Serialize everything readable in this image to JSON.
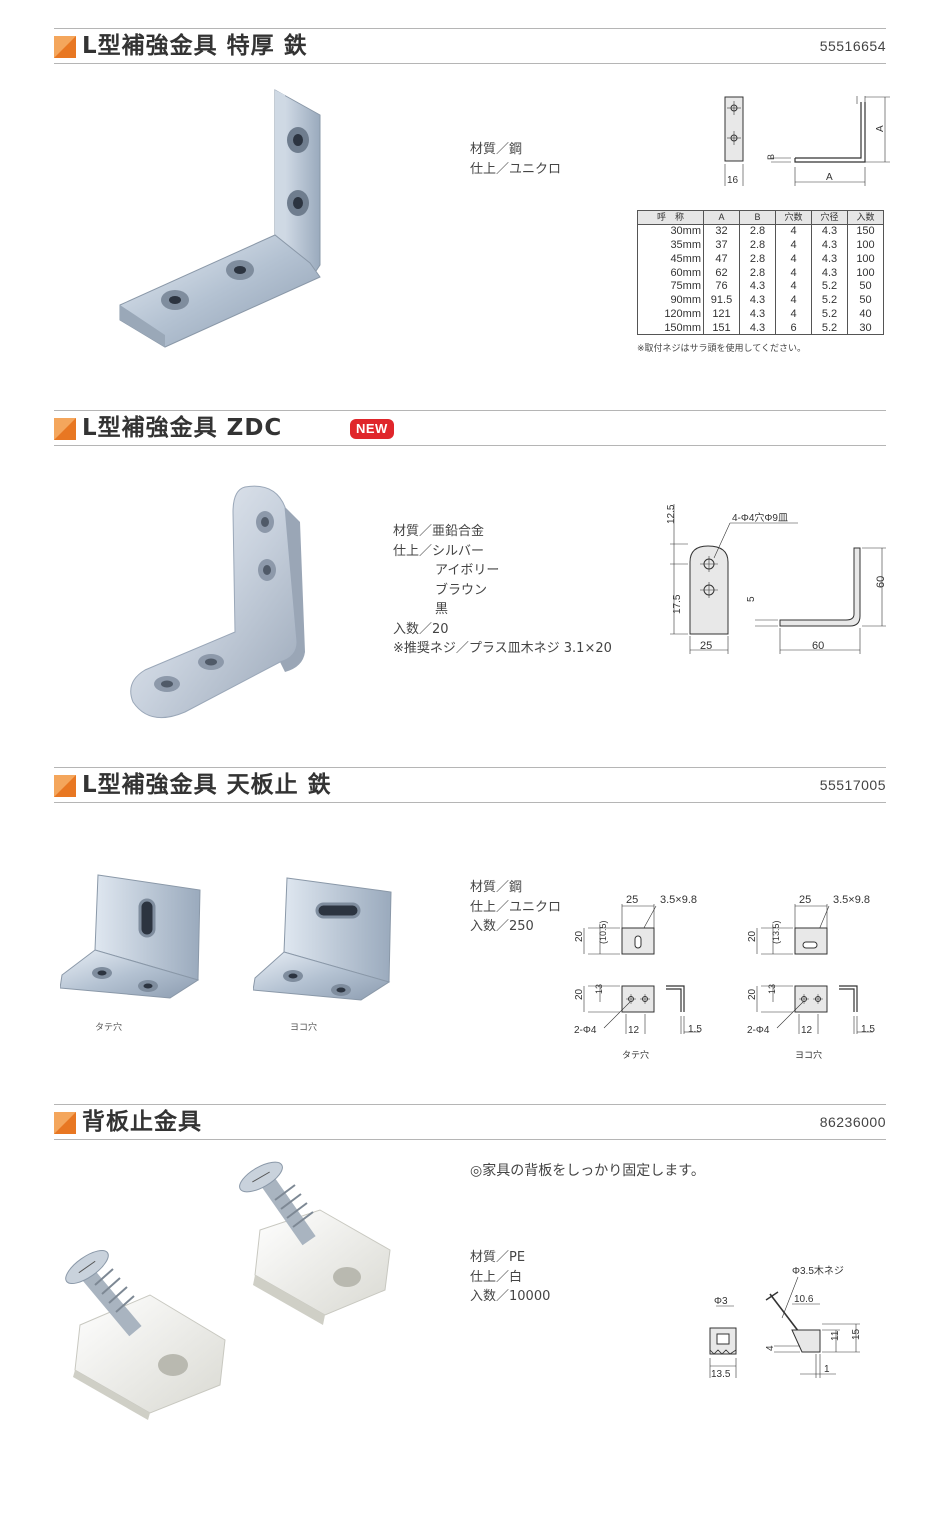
{
  "sections": [
    {
      "title": "L型補強金具 特厚 鉄",
      "code": "55516654",
      "specs": [
        "材質／鋼",
        "仕上／ユニクロ"
      ],
      "diagram_labels": {
        "a": "A",
        "b": "B",
        "width": "16"
      },
      "table": {
        "headers": [
          "呼　称",
          "A",
          "B",
          "穴数",
          "穴径",
          "入数"
        ],
        "rows": [
          [
            "30mm",
            "32",
            "2.8",
            "4",
            "4.3",
            "150"
          ],
          [
            "35mm",
            "37",
            "2.8",
            "4",
            "4.3",
            "100"
          ],
          [
            "45mm",
            "47",
            "2.8",
            "4",
            "4.3",
            "100"
          ],
          [
            "60mm",
            "62",
            "2.8",
            "4",
            "4.3",
            "100"
          ],
          [
            "75mm",
            "76",
            "4.3",
            "4",
            "5.2",
            "50"
          ],
          [
            "90mm",
            "91.5",
            "4.3",
            "4",
            "5.2",
            "50"
          ],
          [
            "120mm",
            "121",
            "4.3",
            "4",
            "5.2",
            "40"
          ],
          [
            "150mm",
            "151",
            "4.3",
            "6",
            "5.2",
            "30"
          ]
        ]
      },
      "note": "※取付ネジはサラ頭を使用してください。"
    },
    {
      "title": "L型補強金具 ZDC",
      "badge": "NEW",
      "specs": [
        "材質／亜鉛合金",
        "仕上／シルバー",
        "アイボリー",
        "ブラウン",
        "黒",
        "入数／20",
        "※推奨ネジ／プラス皿木ネジ 3.1×20"
      ],
      "diagram_labels": {
        "hole": "4-Φ4穴Φ9皿",
        "d125": "12.5",
        "d175": "17.5",
        "d25": "25",
        "d5": "5",
        "d60a": "60",
        "d60b": "60"
      }
    },
    {
      "title": "L型補強金具 天板止 鉄",
      "code": "55517005",
      "specs": [
        "材質／鋼",
        "仕上／ユニクロ",
        "入数／250"
      ],
      "captions": [
        "タテ穴",
        "ヨコ穴"
      ],
      "diagram_labels": {
        "d25": "25",
        "slot": "3.5×9.8",
        "d20": "20",
        "d105": "(10.5)",
        "d135": "(13.5)",
        "d13": "13",
        "holes": "2-Φ4",
        "d12": "12",
        "d15": "1.5"
      }
    },
    {
      "title": "背板止金具",
      "code": "86236000",
      "lead": "◎家具の背板をしっかり固定します。",
      "specs": [
        "材質／PE",
        "仕上／白",
        "入数／10000"
      ],
      "diagram_labels": {
        "screw": "Φ3.5木ネジ",
        "phi3": "Φ3",
        "d106": "10.6",
        "d135": "13.5",
        "d11": "11",
        "d15": "15",
        "d4": "4",
        "d1": "1"
      }
    }
  ],
  "colors": {
    "accent": "#e87722",
    "badge": "#e0262b",
    "rule": "#b5b5b5",
    "metal": "#b9c6d4"
  }
}
